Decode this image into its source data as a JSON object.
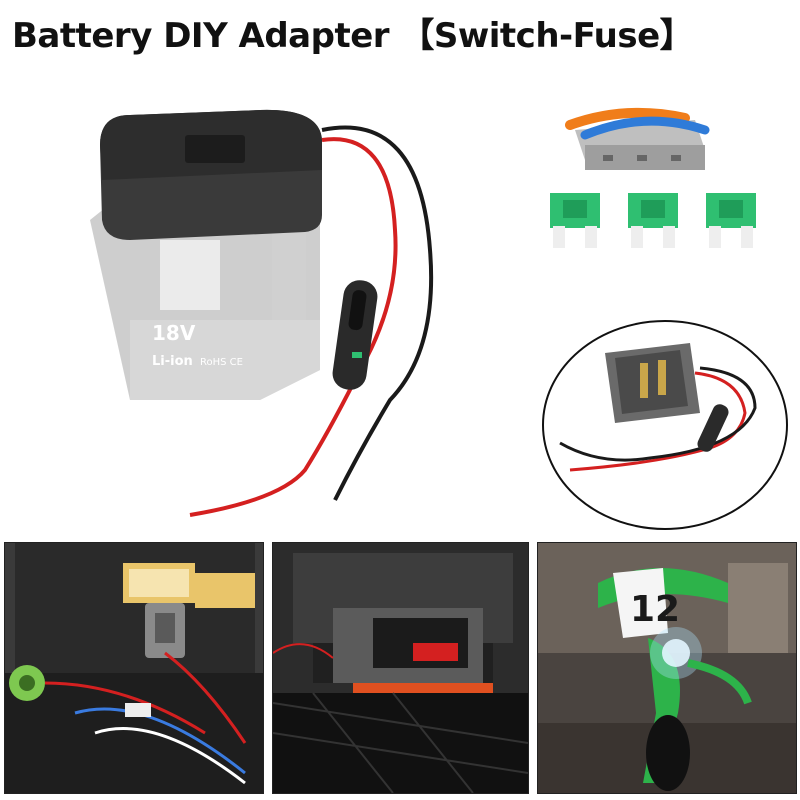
{
  "header": {
    "title": "Battery DIY Adapter 【Switch-Fuse】"
  },
  "battery": {
    "voltage_label": "18V",
    "chem_label": "Li-ion",
    "marks_label": "RoHS CE"
  },
  "bike": {
    "number_plate": "12"
  },
  "colors": {
    "red_wire": "#d42020",
    "black_wire": "#1a1a1a",
    "fuse_green": "#2fbf71",
    "connector_orange": "#f07d1a",
    "connector_blue": "#2f7bd8"
  }
}
